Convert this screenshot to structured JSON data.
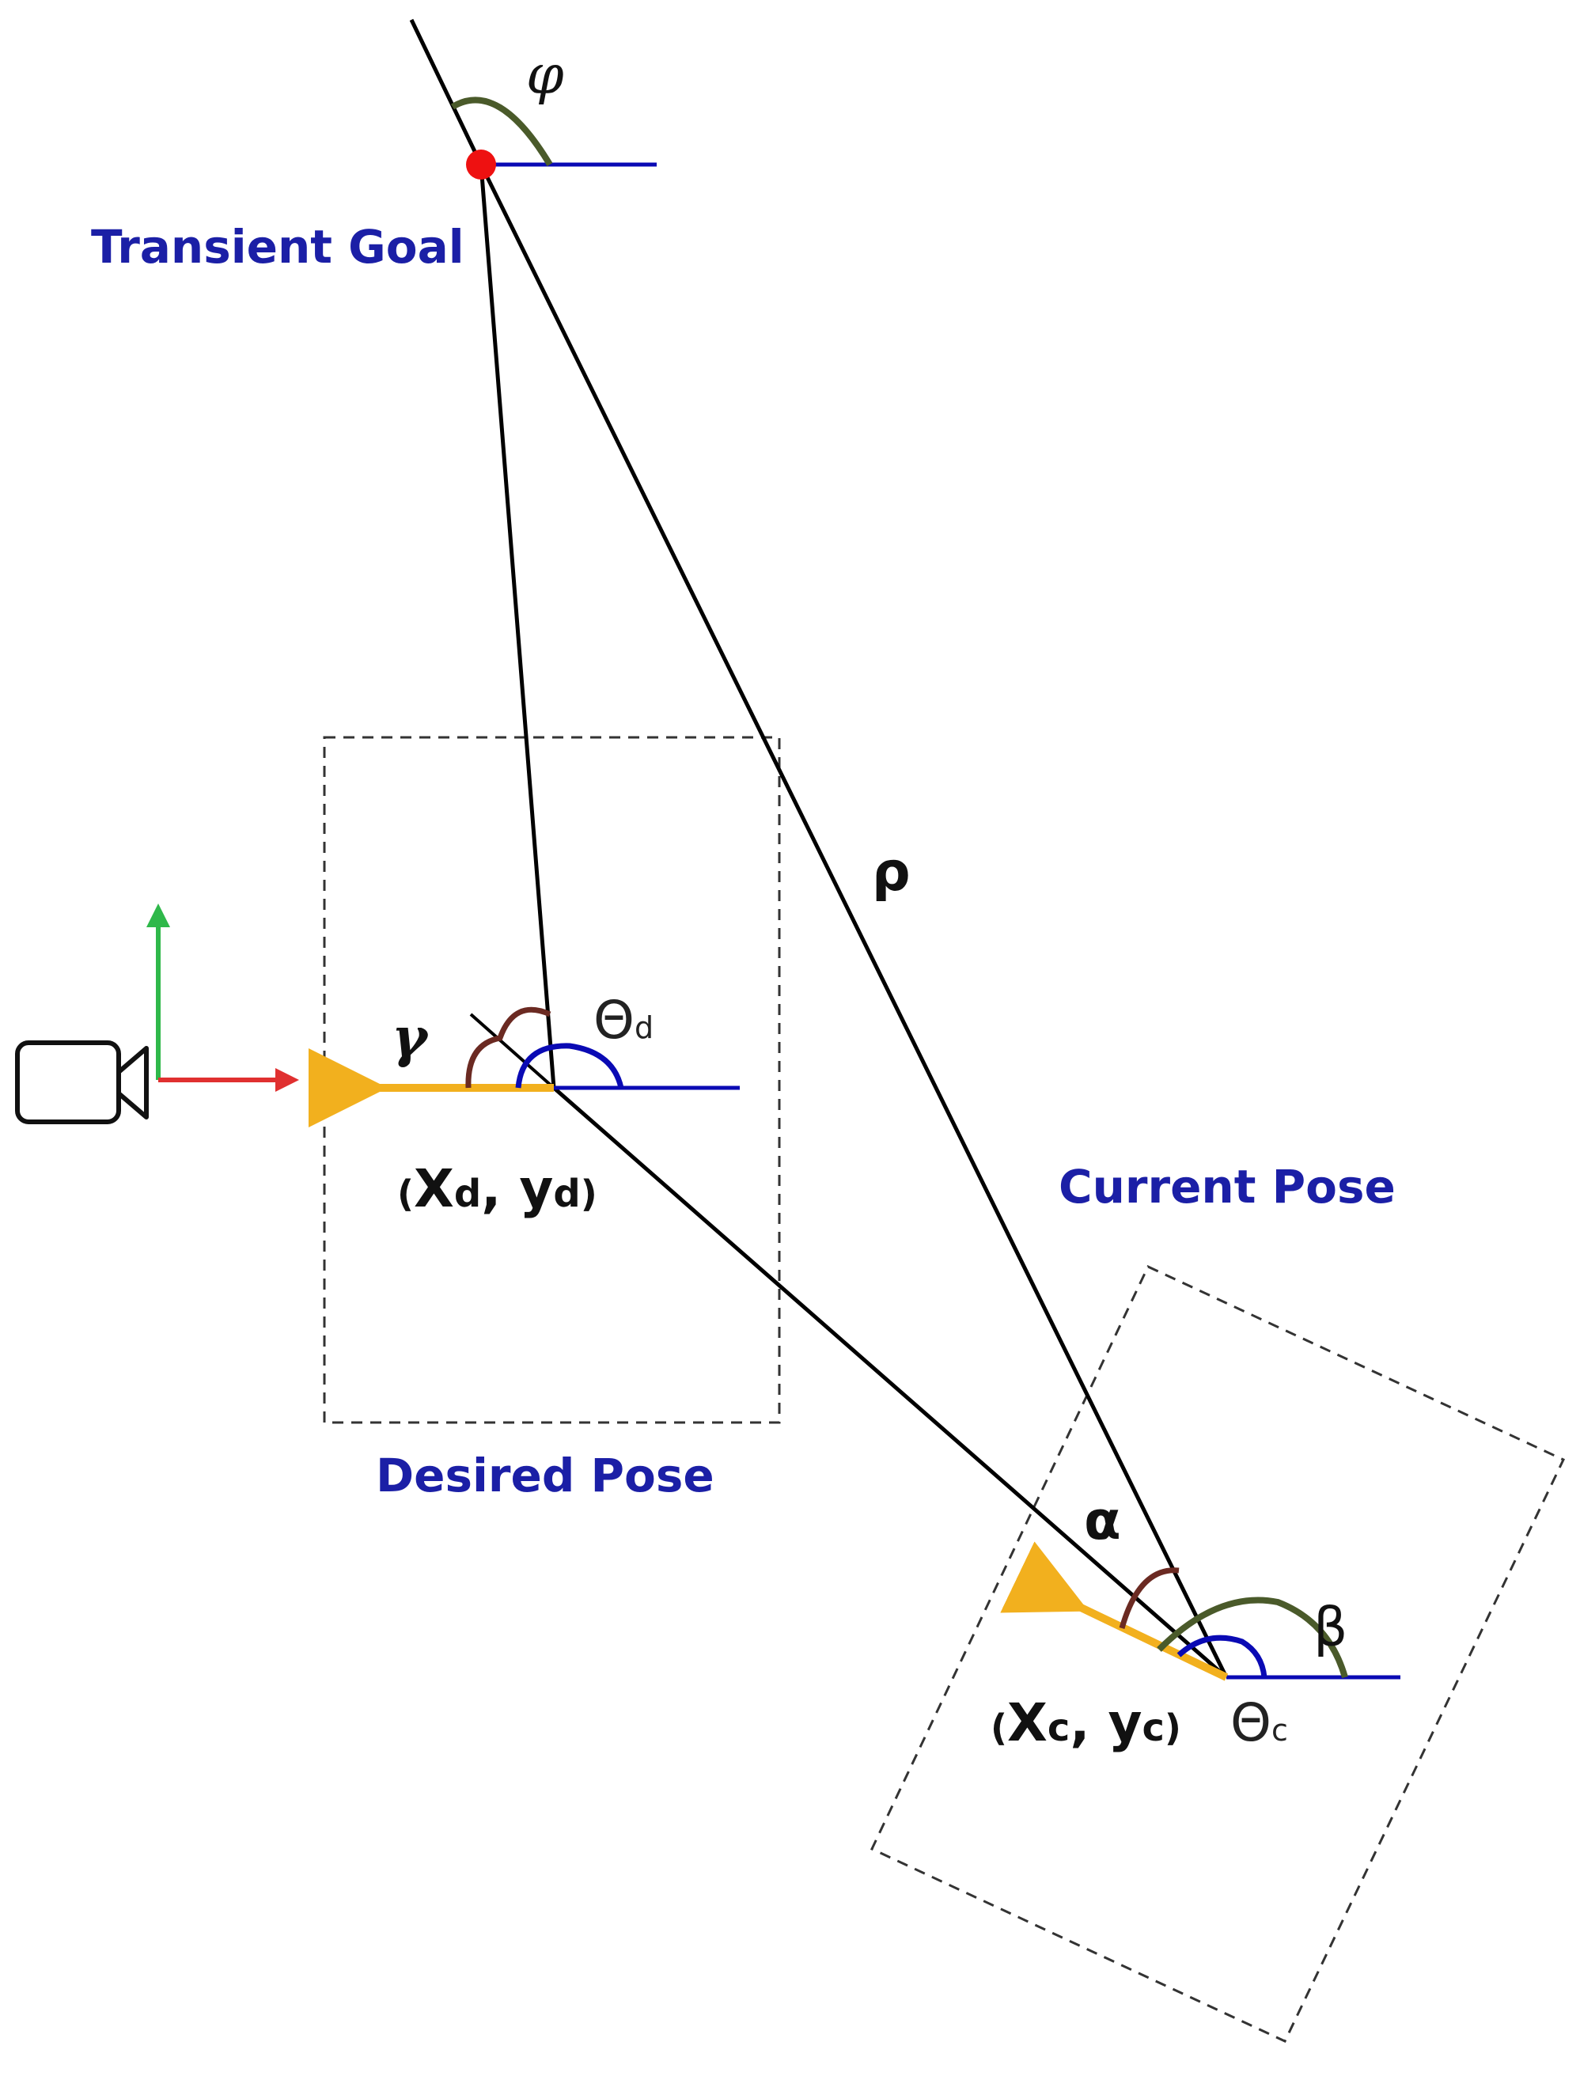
{
  "labels": {
    "transient_goal": "Transient Goal",
    "desired_pose": "Desired Pose",
    "current_pose": "Current Pose",
    "phi": "φ",
    "rho": "ρ",
    "gamma": "γ",
    "alpha": "α",
    "beta": "β",
    "theta_d_main": "Θ",
    "theta_d_sub": "d",
    "theta_c_main": "Θ",
    "theta_c_sub": "c",
    "desired_coord": {
      "open": "(",
      "x": "X",
      "x_sub": "d",
      "sep": ", ",
      "y": "y",
      "y_sub": "d",
      "close": ")"
    },
    "current_coord": {
      "open": "(",
      "x": "X",
      "x_sub": "c",
      "sep": ", ",
      "y": "y",
      "y_sub": "c",
      "close": ")"
    }
  },
  "colors": {
    "line": "#000000",
    "reference_axis": "#0a0ab4",
    "heading_arrow": "#f2b01e",
    "goal_point": "#ee1111",
    "angle_green": "#4a5a2a",
    "angle_brown": "#6b2a22",
    "angle_blue": "#0a0ab4",
    "axis_green": "#2fb84a",
    "axis_red": "#e03030",
    "label_blue": "#1b1fa6"
  },
  "icons": [
    "camera-icon"
  ]
}
